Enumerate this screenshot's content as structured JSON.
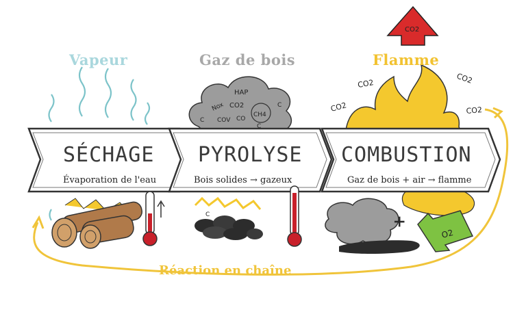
{
  "colors": {
    "vapeur": "#a9d7dd",
    "gaz": "#a8a8a8",
    "flamme": "#f2c230",
    "chain": "#f0c43a",
    "arrow_co2": "#d92b2b",
    "arrow_o2": "#7ec242",
    "smoke": "#9c9c9c",
    "wood": "#b07a4a",
    "charcoal": "#2c2c2c",
    "thermo": "#c8202a"
  },
  "headers": {
    "vapeur": "Vapeur",
    "gaz": "Gaz de bois",
    "flamme": "Flamme"
  },
  "steps": [
    {
      "title": "SÉCHAGE",
      "subtitle": "Évaporation de l'eau"
    },
    {
      "title": "PYROLYSE",
      "subtitle": "Bois solides → gazeux"
    },
    {
      "title": "COMBUSTION",
      "subtitle": "Gaz de bois + air → flamme"
    }
  ],
  "cloud_labels": [
    "HAP",
    "Nox",
    "CO2",
    "C",
    "COV",
    "CO",
    "CH4",
    "C",
    "C"
  ],
  "co2_label": "CO2",
  "o2_label": "O2",
  "plus": "+",
  "chain_label": "Réaction en chaîne",
  "icons": [
    "water-vapor-icon",
    "gas-cloud-icon",
    "flame-icon",
    "logs-icon",
    "thermometer-icon",
    "charcoal-icon",
    "co2-up-arrow-icon",
    "o2-arrow-icon"
  ]
}
